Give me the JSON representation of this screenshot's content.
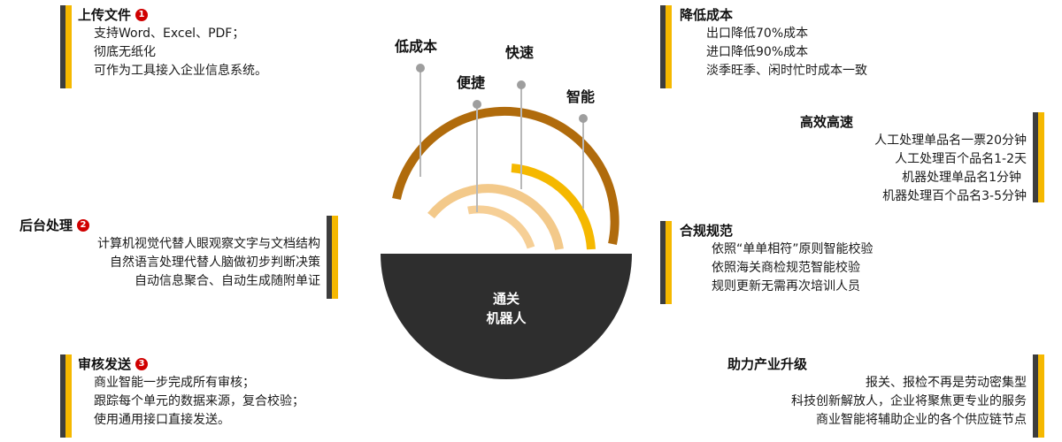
{
  "left_blocks": [
    {
      "title": "上传文件",
      "badge": "1",
      "lines": [
        "支持Word、Excel、PDF；",
        "彻底无纸化",
        "可作为工具接入企业信息系统。"
      ]
    },
    {
      "title": "后台处理",
      "badge": "2",
      "lines": [
        "计算机视觉代替人眼观察文字与文档结构",
        "自然语言处理代替人脑做初步判断决策",
        "自动信息聚合、自动生成随附单证"
      ]
    },
    {
      "title": "审核发送",
      "badge": "3",
      "lines": [
        "商业智能一步完成所有审核；",
        "跟踪每个单元的数据来源，复合校验；",
        "使用通用接口直接发送。"
      ]
    }
  ],
  "right_blocks": [
    {
      "title": "降低成本",
      "lines": [
        "出口降低70%成本",
        "进口降低90%成本",
        "淡季旺季、闲时忙时成本一致"
      ]
    },
    {
      "title": "高效高速",
      "lines": [
        "人工处理单品名一票20分钟",
        "人工处理百个品名1-2天",
        "机器处理单品名1分钟",
        "机器处理百个品名3-5分钟"
      ]
    },
    {
      "title": "合规规范",
      "lines": [
        "依照“单单相符”原则智能校验",
        "依照海关商检规范智能校验",
        "规则更新无需再次培训人员"
      ]
    },
    {
      "title": "助力产业升级",
      "lines": [
        "报关、报检不再是劳动密集型",
        "科技创新解放人，企业将聚焦更专业的服务",
        "商业智能将辅助企业的各个供应链节点"
      ]
    }
  ],
  "center": {
    "labels": [
      "低成本",
      "便捷",
      "快速",
      "智能"
    ],
    "bowl_text": [
      "通关",
      "机器人"
    ],
    "colors": {
      "dark": "#2e2e2e",
      "arc_brown": "#b06b0c",
      "arc_tan": "#f3c98a",
      "arc_gold": "#f5b800",
      "arc_light": "#f6cf96",
      "pin": "#9e9e9e",
      "bar_dark": "#3d3d3d",
      "bar_yellow": "#f5b800",
      "badge": "#d00000"
    }
  }
}
